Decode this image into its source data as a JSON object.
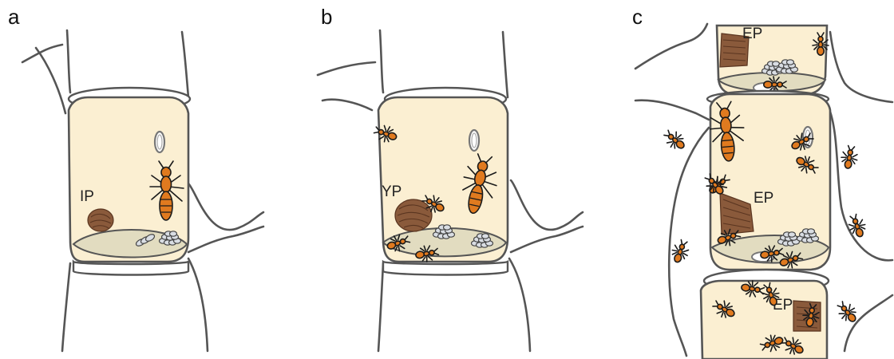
{
  "panels": [
    {
      "letter": "a",
      "labels": [
        "IP"
      ]
    },
    {
      "letter": "b",
      "labels": [
        "YP"
      ]
    },
    {
      "letter": "c",
      "labels": [
        "EP",
        "EP",
        "EP"
      ]
    }
  ],
  "colors": {
    "chamber_fill": "#fbefd2",
    "floor_fill": "#e2dcc0",
    "ant_orange": "#e07a1f",
    "pile_brown": "#8a5a3b",
    "egg_grey": "#d9dde3"
  }
}
